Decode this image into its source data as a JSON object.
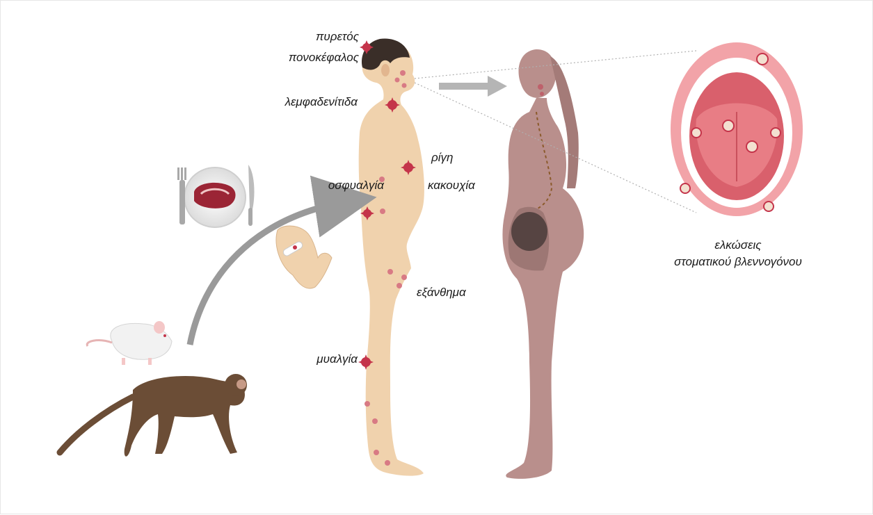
{
  "labels": {
    "fever": "πυρετός",
    "headache": "πονοκέφαλος",
    "lymphadenitis": "λεμφαδενίτιδα",
    "chills": "ρίγη",
    "back_pain": "οσφυαλγία",
    "malaise": "κακουχία",
    "rash": "εξάνθημα",
    "myalgia": "μυαλγία",
    "ulcers_line1": "ελκώσεις",
    "ulcers_line2": "στοματικού βλεννογόνου"
  },
  "colors": {
    "lesion": "#c4344a",
    "male_skin": "#f0d2ad",
    "female_skin": "#b98f8c",
    "monkey": "#6b4d36",
    "mouth_red": "#e0707a",
    "arrow_gray": "#9a9a9a"
  },
  "icons": [
    "meat-plate-icon",
    "fork-icon",
    "knife-icon",
    "hand-bite-icon",
    "mouse-icon",
    "monkey-icon",
    "transmission-arrow-icon"
  ]
}
